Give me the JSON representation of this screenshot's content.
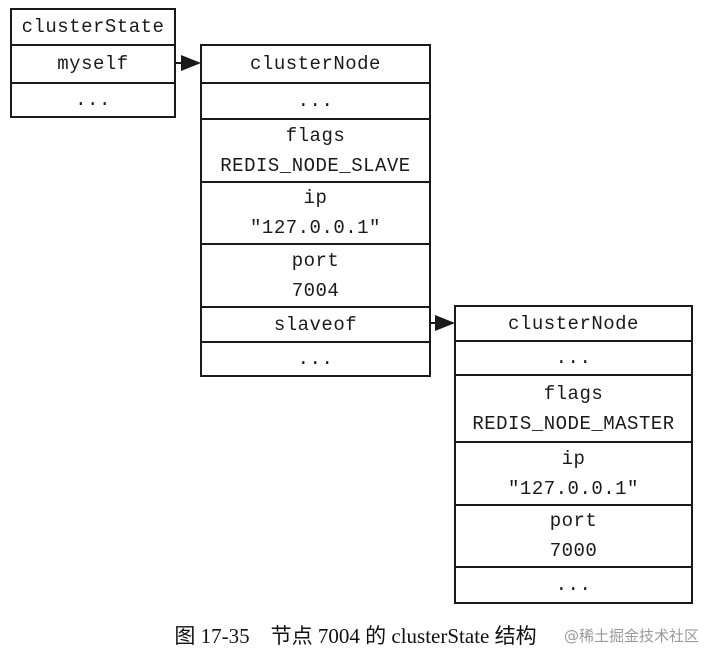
{
  "cluster_state": {
    "title": "clusterState",
    "myself": "myself",
    "ellipsis": "..."
  },
  "node_slave": {
    "title": "clusterNode",
    "ellipsis_top": "...",
    "flags_label": "flags",
    "flags_value": "REDIS_NODE_SLAVE",
    "ip_label": "ip",
    "ip_value": "\"127.0.0.1\"",
    "port_label": "port",
    "port_value": "7004",
    "slaveof": "slaveof",
    "ellipsis_bottom": "..."
  },
  "node_master": {
    "title": "clusterNode",
    "ellipsis_top": "...",
    "flags_label": "flags",
    "flags_value": "REDIS_NODE_MASTER",
    "ip_label": "ip",
    "ip_value": "\"127.0.0.1\"",
    "port_label": "port",
    "port_value": "7000",
    "ellipsis_bottom": "..."
  },
  "caption": "图 17-35　节点 7004 的 clusterState 结构",
  "watermark": "@稀土掘金技术社区"
}
